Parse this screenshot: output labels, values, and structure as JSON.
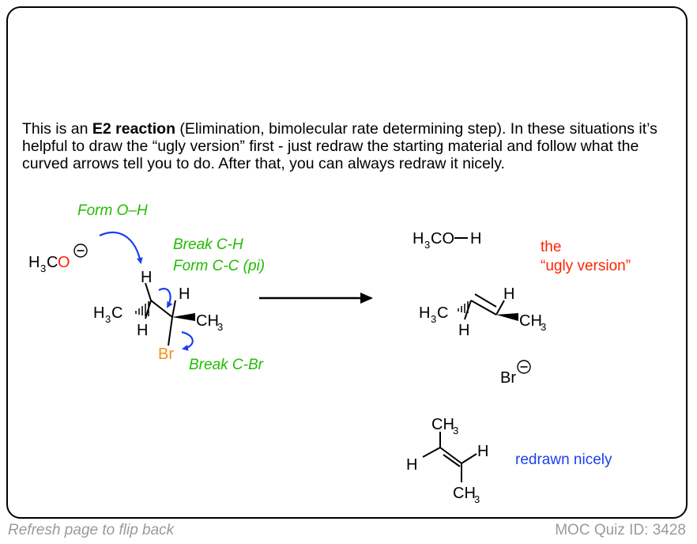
{
  "paragraph": {
    "intro": "This is an ",
    "bold": "E2 reaction",
    "rest": " (Elimination, bimolecular rate determining step). In these situations it’s helpful to draw the “ugly version” first - just redraw the starting material and follow what the curved arrows tell you to do. After that, you can always redraw it nicely."
  },
  "labels": {
    "form_oh": "Form O–H",
    "break_ch": "Break C-H",
    "form_cc": "Form C-C (pi)",
    "break_cbr": "Break C-Br",
    "the": "the",
    "ugly_version": "“ugly version”",
    "redrawn_nicely": "redrawn nicely"
  },
  "atoms": {
    "h": "H",
    "c": "C",
    "o": "O",
    "oh": "O",
    "br": "Br",
    "three": "3",
    "minus": "−",
    "ch3_left": "CH",
    "co_h": "CO",
    "dash": "−"
  },
  "footer": {
    "left": "Refresh page to flip back",
    "right": "MOC Quiz ID: 3428"
  },
  "colors": {
    "green": "#22bb00",
    "blue": "#1a3ff0",
    "red": "#ff2200",
    "orange": "#f0901a",
    "gray": "#9a9a9a"
  }
}
